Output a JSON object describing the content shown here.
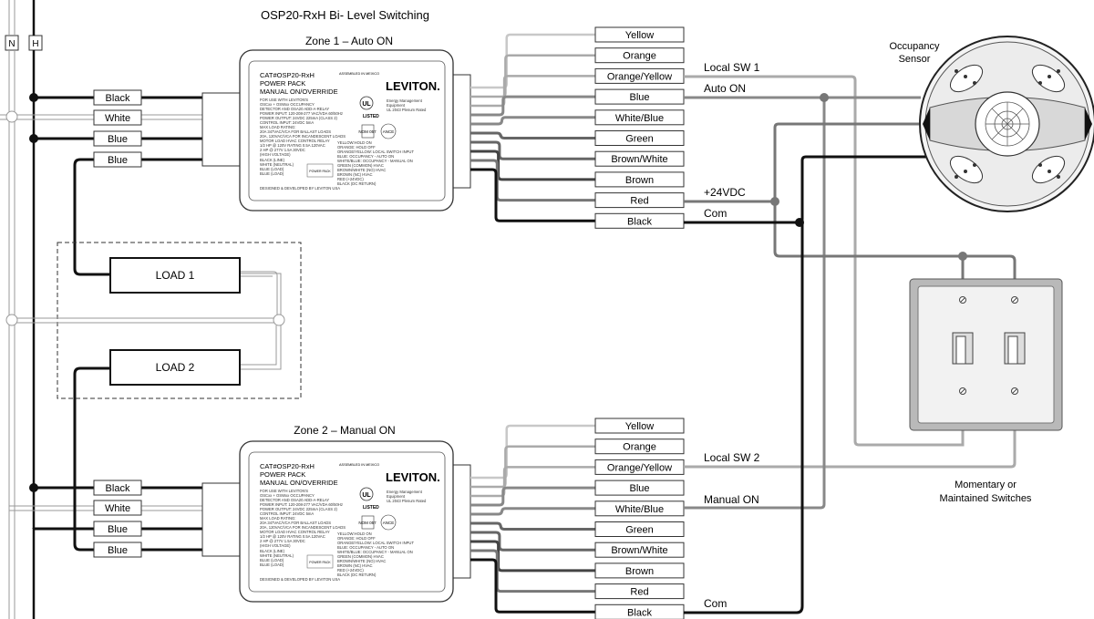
{
  "title": "OSP20-RxH  Bi- Level Switching",
  "rails": {
    "neutral": "N",
    "hot": "H"
  },
  "zone1": {
    "title": "Zone 1 – Auto ON"
  },
  "zone2": {
    "title": "Zone 2 – Manual ON"
  },
  "input_wires": [
    "Black",
    "White",
    "Blue",
    "Blue"
  ],
  "output_wires": [
    "Yellow",
    "Orange",
    "Orange/Yellow",
    "Blue",
    "White/Blue",
    "Green",
    "Brown/White",
    "Brown",
    "Red",
    "Black"
  ],
  "loads": [
    "LOAD 1",
    "LOAD 2"
  ],
  "signal_labels": {
    "local_sw1": "Local SW 1",
    "auto_on": "Auto ON",
    "plus24": "+24VDC",
    "com": "Com",
    "local_sw2": "Local SW 2",
    "manual_on": "Manual ON",
    "com2": "Com"
  },
  "sensor": {
    "label_line1": "Occupancy",
    "label_line2": "Sensor"
  },
  "switches": {
    "label_line1": "Momentary or",
    "label_line2": "Maintained Switches"
  },
  "power_pack": {
    "cat": "CAT#OSP20-RxH",
    "assembled": "ASSEMBLED IN MEXICO",
    "line1": "POWER PACK",
    "line2": "MANUAL ON/OVERRIDE",
    "brand": "LEVITON.",
    "spec_lines": [
      "FOR USE WITH LEVITON'S",
      "OSCxx + OSWxx OCCUPANCY",
      "DETECTOR AND OSA20 ADD-A-RELAY",
      "POWER INPUT: 120-208-277 VAC/VDA 60/50Hz",
      "POWER OUTPUT: 24VDC 225mA (CLASS 2)",
      "CONTROL INPUT: 24VDC 5mA",
      "MAX LOAD RATING:",
      "20A 347VAC/VCA FOR BALLAST LOADS",
      "20A, 120VAC/VCA FOR INCANDESCENT LOADS",
      "MOTOR LOAD     HVAC CONTROL RELAY",
      "1/2 HP @ 120V   RATING 0.5A 120VAC",
      "2 HP @ 277V          1.5A 30VDC",
      "(HIGH VOLTAGE)",
      "BLACK (LINE)",
      "WHITE (NEUTRAL)",
      "BLUE (LOAD)",
      "BLUE (LOAD)"
    ],
    "wire_legend": [
      "YELLOW:HOLD ON",
      "ORANGE: HOLD OFF",
      "ORANGE/YELLOW: LOCAL SWITCH INPUT",
      "BLUE: OCCUPANCY - AUTO ON",
      "WHITE/BLUE: OCCUPANCY - MANUAL ON",
      "GREEN (COMMON) HVAC",
      "BROWN/WHITE (NO) HVAC",
      "BROWN (NC) HVAC",
      "RED (+24VDC)",
      "BLACK (DC RETURN)"
    ],
    "listed": "LISTED",
    "nom": "NOM 057",
    "ance": "ANCE",
    "energy": [
      "Energy Management",
      "Equipment",
      "UL 2043 Plenum Rated"
    ],
    "footer": "DESIGNED & DEVELOPED BY LEVITON USA",
    "powerpack_tag": "POWER PACK"
  }
}
